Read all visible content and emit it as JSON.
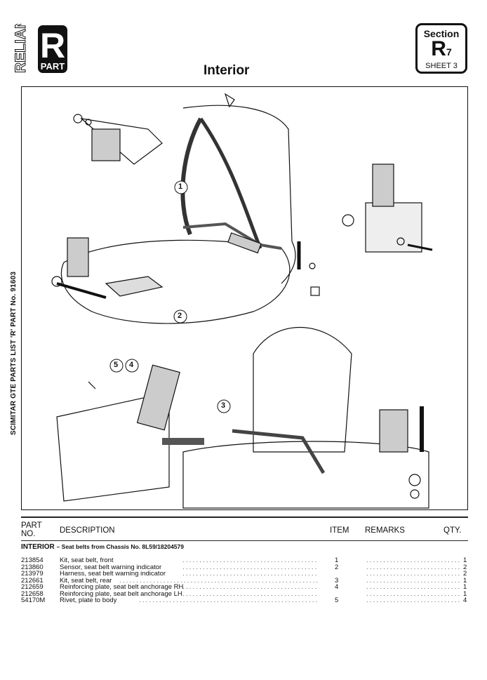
{
  "header": {
    "logo_text": "RELIANT",
    "logo_badge": "R",
    "logo_sub": "PART",
    "title": "Interior",
    "section_label": "Section",
    "section_letter": "R",
    "section_number": "7",
    "sheet": "SHEET 3"
  },
  "side_text": "SCIMITAR GTE PARTS LIST 'R' PART No. 91603",
  "diagram": {
    "callouts": [
      "1",
      "2",
      "3",
      "4",
      "5"
    ]
  },
  "table": {
    "columns": {
      "part_no": "PART NO.",
      "description": "DESCRIPTION",
      "item": "ITEM",
      "remarks": "REMARKS",
      "qty": "QTY."
    },
    "group_title": "INTERIOR",
    "group_subtitle": "– Seat belts from Chassis No. 8L59/18204579",
    "rows": [
      {
        "part_no": "213854",
        "description": "Kit, seat belt, front",
        "item": "1",
        "qty": "1"
      },
      {
        "part_no": "213860",
        "description": "Sensor, seat belt warning indicator",
        "item": "2",
        "qty": "2"
      },
      {
        "part_no": "213979",
        "description": "Harness, seat belt warning indicator",
        "item": "",
        "qty": "2"
      },
      {
        "part_no": "212661",
        "description": "Kit, seat belt, rear",
        "item": "3",
        "qty": "1"
      },
      {
        "part_no": "212659",
        "description": "Reinforcing plate, seat belt anchorage RH",
        "item": "4",
        "qty": "1"
      },
      {
        "part_no": "212658",
        "description": "Reinforcing plate, seat belt anchorage LH",
        "item": "",
        "qty": "1"
      },
      {
        "part_no": "54170M",
        "description": "Rivet, plate to body",
        "item": "5",
        "qty": "4"
      }
    ]
  }
}
